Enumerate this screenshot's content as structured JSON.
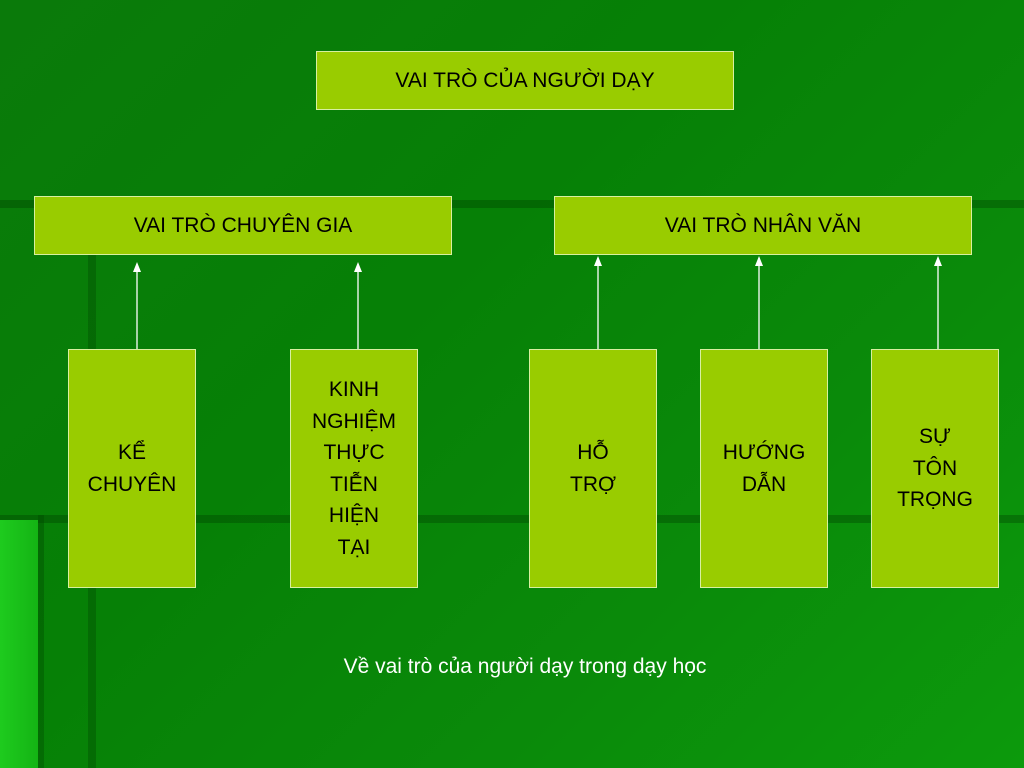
{
  "diagram": {
    "root": "VAI TRÒ CỦA NGƯỜI DẠY",
    "groups": [
      {
        "label": "VAI TRÒ CHUYÊN GIA"
      },
      {
        "label": "VAI TRÒ NHÂN VĂN"
      }
    ],
    "leaves": [
      {
        "label": "KỂ\nCHUYÊN",
        "group": 0
      },
      {
        "label": "KINH\nNGHIỆM\nTHỰC\nTIỄN\nHIỆN\nTẠI",
        "group": 0
      },
      {
        "label": "HỖ\nTRỢ",
        "group": 1
      },
      {
        "label": "HƯỚNG\nDẪN",
        "group": 1
      },
      {
        "label": "SỰ\nTÔN\nTRỌNG",
        "group": 1
      }
    ],
    "caption": "Về vai trò của người dạy trong dạy học"
  },
  "colors": {
    "background": "#068006",
    "box_fill": "#99cc00",
    "box_border": "#d8f0a0",
    "arrow": "#ffffff",
    "caption_text": "#ffffff"
  }
}
